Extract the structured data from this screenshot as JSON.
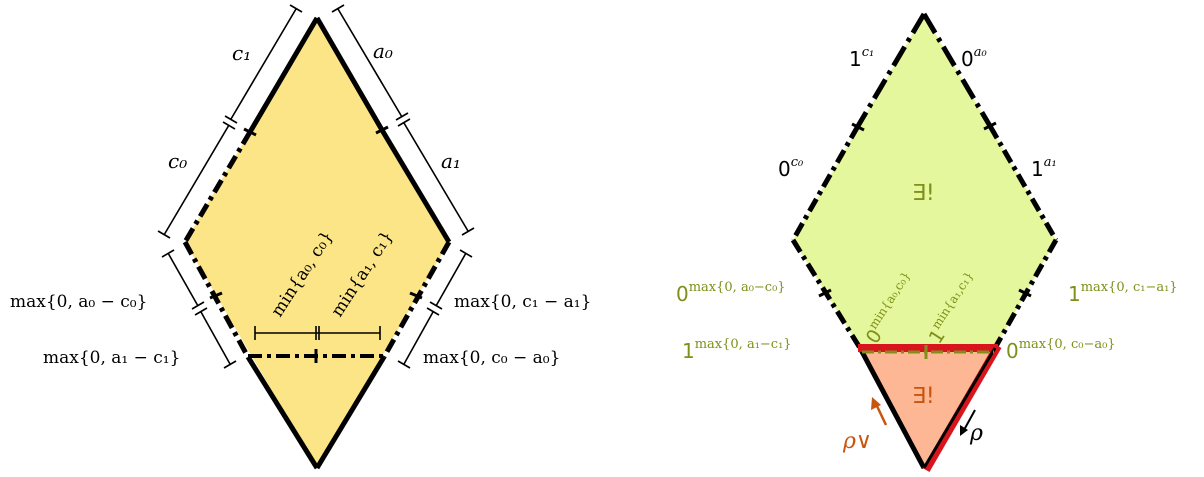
{
  "left_diagram": {
    "labels": {
      "c1": "c₁",
      "a0": "a₀",
      "c0": "c₀",
      "a1": "a₁",
      "max_a0_c0": "max{0, a₀ − c₀}",
      "max_a1_c1": "max{0, a₁ − c₁}",
      "max_c1_a1": "max{0, c₁ − a₁}",
      "max_c0_a0": "max{0, c₀ − a₀}",
      "min_a0_c0": "min{a₀, c₀}",
      "min_a1_c1": "min{a₁, c₁}"
    },
    "fill_color": "#fce586"
  },
  "right_diagram": {
    "labels": {
      "one_c1_base": "1",
      "one_c1_exp": "c₁",
      "zero_a0_base": "0",
      "zero_a0_exp": "a₀",
      "zero_c0_base": "0",
      "zero_c0_exp": "c₀",
      "one_a1_base": "1",
      "one_a1_exp": "a₁",
      "exists_top": "∃!",
      "exists_bottom": "∃!",
      "zero_max_a0c0_base": "0",
      "zero_max_a0c0_exp": "max{0, a₀−c₀}",
      "one_max_c1a1_base": "1",
      "one_max_c1a1_exp": "max{0, c₁−a₁}",
      "one_max_a1c1_base": "1",
      "one_max_a1c1_exp": "max{0, a₁−c₁}",
      "zero_max_c0a0_base": "0",
      "zero_max_c0a0_exp": "max{0, c₀−a₀}",
      "zero_min_base": "0",
      "zero_min_exp": "min{a₀,c₀}",
      "one_min_base": "1",
      "one_min_exp": "min{a₁,c₁}",
      "rho": "ρ",
      "rho_dual": "ρ∨"
    },
    "colors": {
      "top_fill": "#e4f79c",
      "bottom_fill": "#fdb795",
      "olive": "#7f8f1a",
      "orange": "#c9540d",
      "red": "#d8141d"
    }
  }
}
